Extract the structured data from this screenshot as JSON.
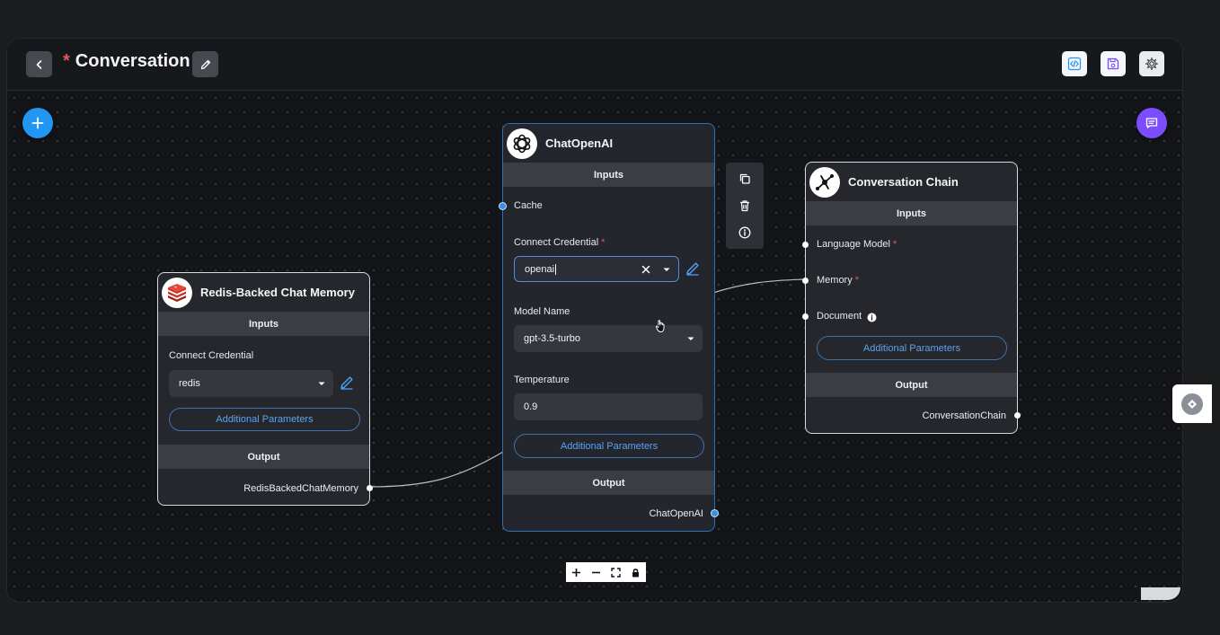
{
  "header": {
    "title_prefix": "*",
    "title": "Conversation"
  },
  "nodes": {
    "redis": {
      "title": "Redis-Backed Chat Memory",
      "inputs_label": "Inputs",
      "credential_label": "Connect Credential",
      "credential_value": "redis",
      "additional_params": "Additional Parameters",
      "output_label": "Output",
      "output_name": "RedisBackedChatMemory"
    },
    "openai": {
      "title": "ChatOpenAI",
      "inputs_label": "Inputs",
      "cache_label": "Cache",
      "credential_label": "Connect Credential",
      "required_mark": "*",
      "credential_value": "openai",
      "model_label": "Model Name",
      "model_value": "gpt-3.5-turbo",
      "temperature_label": "Temperature",
      "temperature_value": "0.9",
      "additional_params": "Additional Parameters",
      "output_label": "Output",
      "output_name": "ChatOpenAI"
    },
    "chain": {
      "title": "Conversation Chain",
      "inputs_label": "Inputs",
      "language_model_label": "Language Model",
      "memory_label": "Memory",
      "document_label": "Document",
      "required_mark": "*",
      "additional_params": "Additional Parameters",
      "output_label": "Output",
      "output_name": "ConversationChain"
    }
  },
  "icons": {
    "back": "chevron-left-icon",
    "edit_title": "pencil-icon",
    "code": "code-icon",
    "save": "save-icon",
    "settings": "gear-icon",
    "add_node": "plus-icon",
    "chat": "chat-icon",
    "copy": "copy-icon",
    "delete": "trash-icon",
    "info": "info-icon",
    "zoom_in": "plus-icon",
    "zoom_out": "minus-icon",
    "fit_view": "fit-view-icon",
    "lock": "lock-icon"
  },
  "colors": {
    "accent_blue": "#2196f3",
    "chat_purple": "#7c4dff",
    "required_red": "#e05a5a",
    "link_blue": "#5aa3ee"
  }
}
